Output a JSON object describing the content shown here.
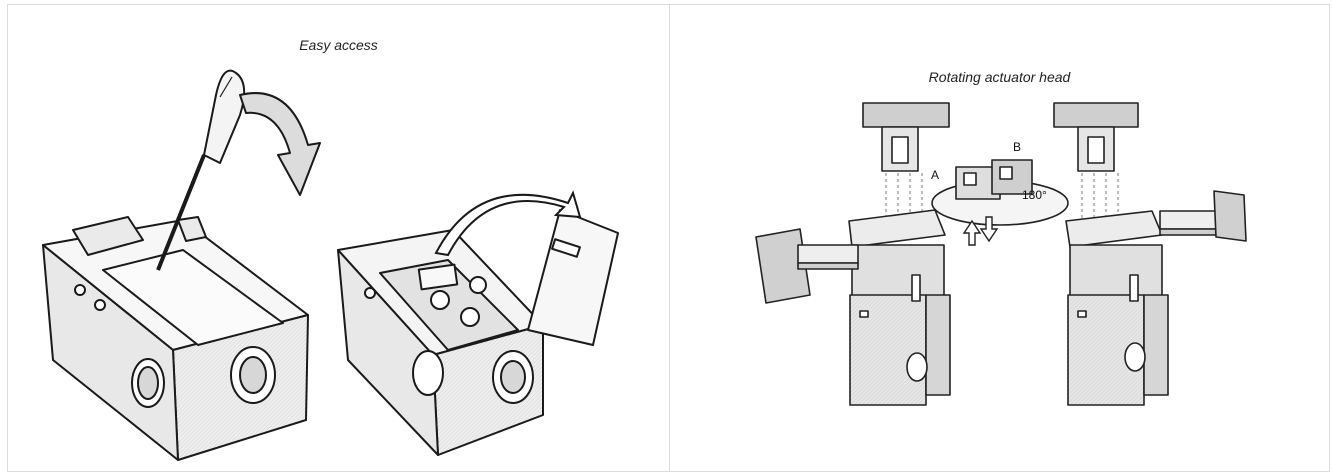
{
  "panels": [
    {
      "caption": "Easy access"
    },
    {
      "caption": "Rotating actuator head"
    }
  ],
  "rotation_labels": {
    "a": "A",
    "b": "B",
    "angle": "180°"
  }
}
